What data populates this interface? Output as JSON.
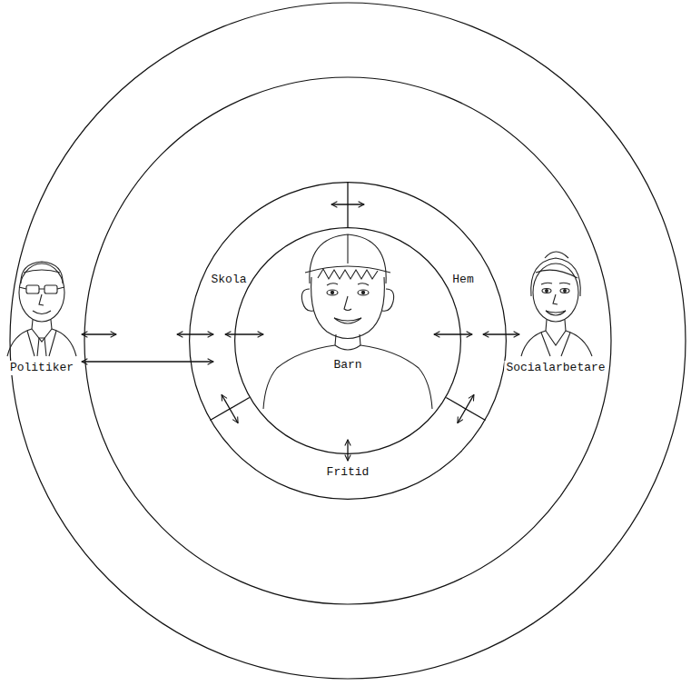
{
  "diagram": {
    "nodes": [
      {
        "text": [
          "Skola",
          "Hem",
          "Fritid"
        ]
      },
      {
        "text": [
          "Barn"
        ],
        "in": 0
      }
    ],
    "labels": [
      "Politiker",
      "Socialarbetare"
    ]
  }
}
